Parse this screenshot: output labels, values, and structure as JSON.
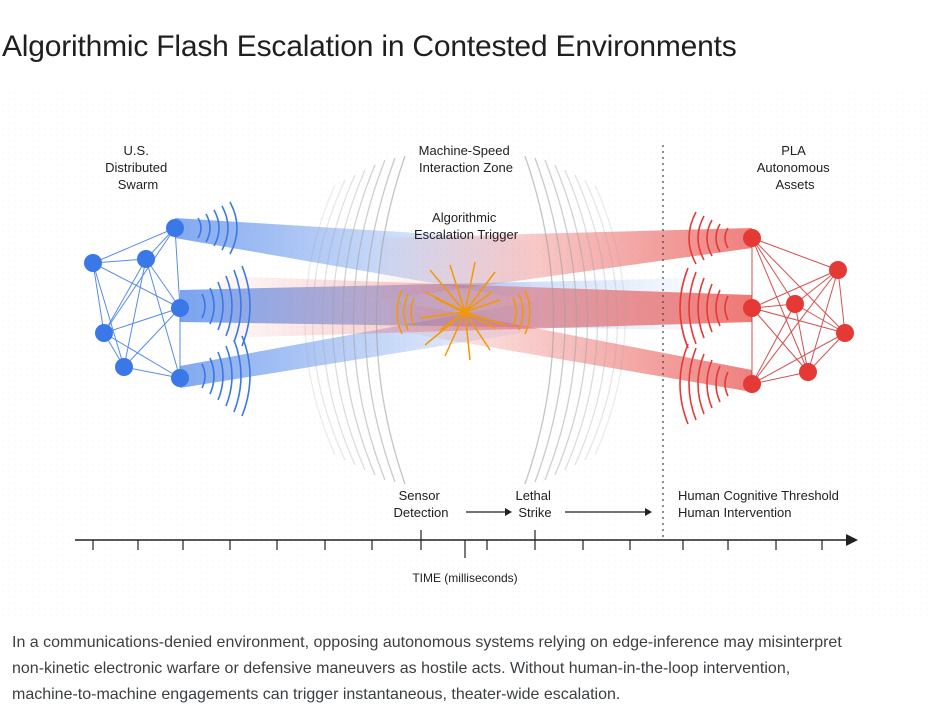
{
  "title": "Algorithmic Flash Escalation in Contested Environments",
  "diagram": {
    "left_group": [
      "U.S.",
      "Distributed",
      "Swarm"
    ],
    "center_group": [
      "Machine-Speed",
      "Interaction Zone"
    ],
    "trigger": [
      "Algorithmic",
      "Escalation Trigger"
    ],
    "right_group": [
      "PLA",
      "Autonomous",
      "Assets"
    ],
    "steps": {
      "sensor": [
        "Sensor",
        "Detection"
      ],
      "strike": [
        "Lethal",
        "Strike"
      ],
      "human": [
        "Human Cognitive Threshold",
        "Human Intervention"
      ]
    },
    "axis_label": "TIME (milliseconds)",
    "colors": {
      "us": "#3b78e7",
      "pla": "#e53935",
      "trigger": "#f29900",
      "waves": "#9e9e9e"
    }
  },
  "caption": [
    "In a communications-denied environment, opposing autonomous systems relying on edge-inference may misinterpret",
    "non-kinetic electronic warfare or defensive maneuvers as hostile acts. Without human-in-the-loop intervention,",
    "machine-to-machine engagements can trigger instantaneous, theater-wide escalation."
  ]
}
